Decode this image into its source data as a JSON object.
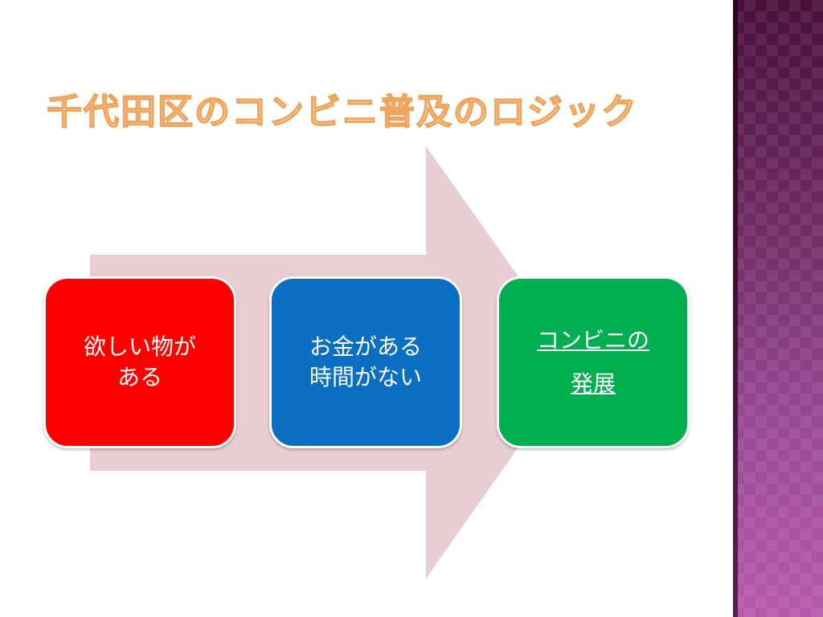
{
  "slide": {
    "title": "千代田区のコンビニ普及のロジック"
  },
  "diagram": {
    "type": "process-arrow",
    "arrow_color": "#e8cdd2",
    "steps": [
      {
        "lines": [
          "欲しい物が",
          "ある"
        ],
        "color": "#ff0000"
      },
      {
        "lines": [
          "お金がある",
          "時間がない"
        ],
        "color": "#0a6fc2"
      },
      {
        "lines": [
          "コンビニの",
          "発展"
        ],
        "color": "#00b050",
        "underlined": true
      }
    ]
  },
  "theme": {
    "accent_band": "#7a2f6e",
    "title_fill": "#fbe3c9",
    "title_stroke": "#f0a35a"
  }
}
